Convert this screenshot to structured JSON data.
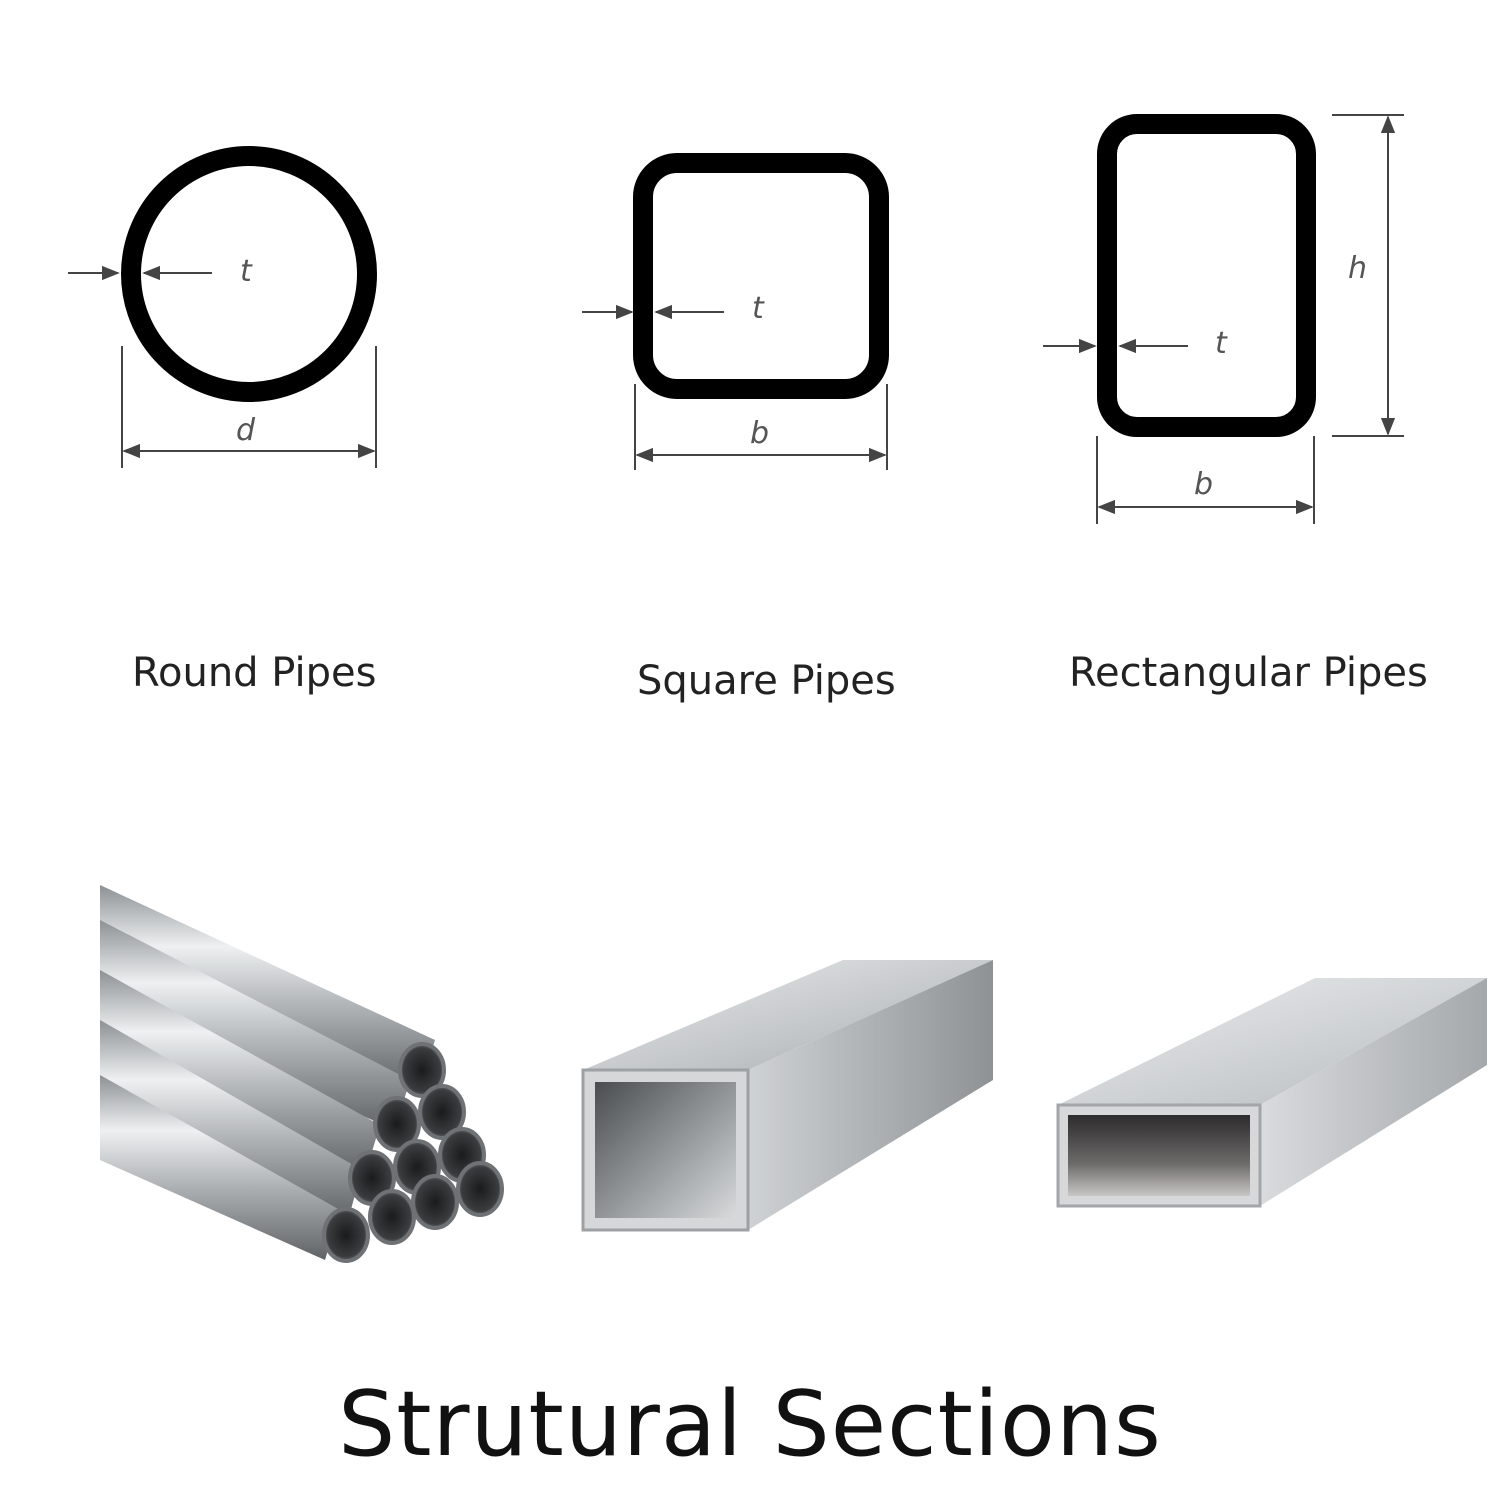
{
  "diagrams": {
    "round": {
      "caption": "Round Pipes",
      "thickness_label": "t",
      "diameter_label": "d"
    },
    "square": {
      "caption": "Square Pipes",
      "thickness_label": "t",
      "width_label": "b"
    },
    "rectangular": {
      "caption": "Rectangular Pipes",
      "thickness_label": "t",
      "width_label": "b",
      "height_label": "h"
    }
  },
  "photos": [
    {
      "icon": "round-pipe-bundle-photo"
    },
    {
      "icon": "square-tube-photo"
    },
    {
      "icon": "rectangular-tube-photo"
    }
  ],
  "title": "Strutural Sections",
  "colors": {
    "outline": "#000000",
    "dimension": "#555555",
    "metal": "#c8cacc"
  }
}
